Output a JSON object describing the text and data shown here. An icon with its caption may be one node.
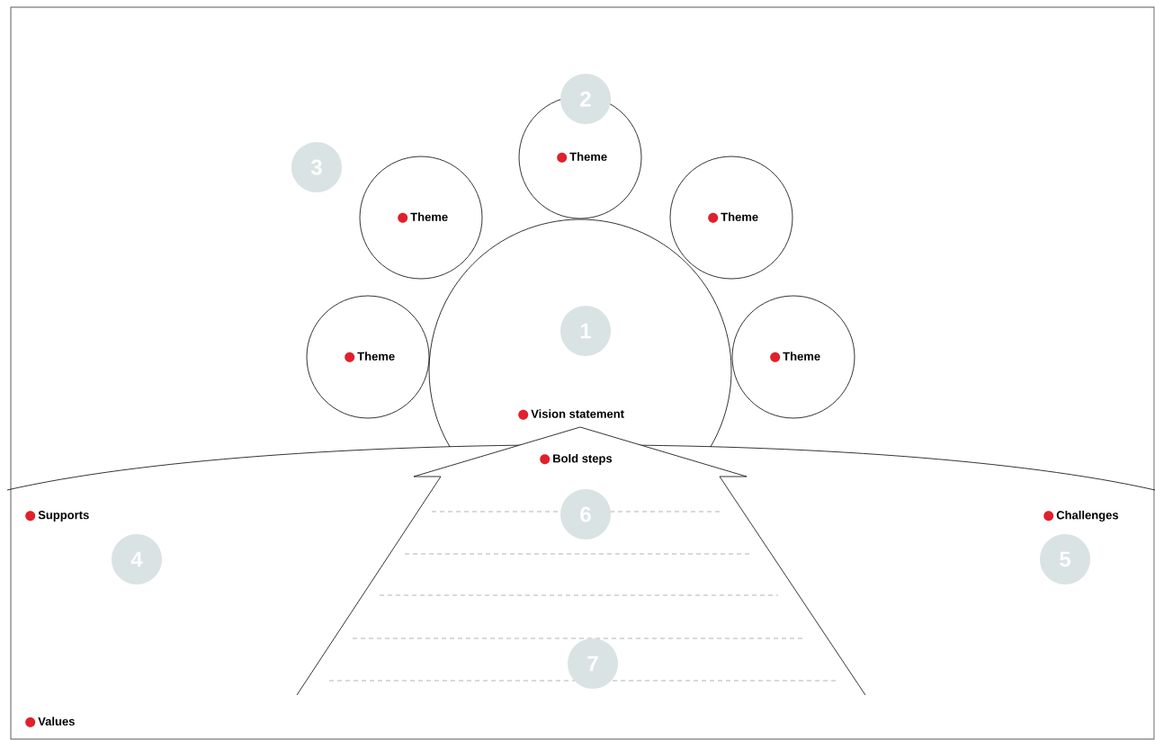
{
  "diagram": {
    "nodes": [
      {
        "text": [
          "Theme"
        ]
      },
      {
        "text": [
          "2"
        ]
      },
      {
        "text": [
          "3"
        ]
      },
      {
        "text": [
          "Theme"
        ]
      },
      {
        "text": [
          "Theme"
        ]
      },
      {
        "text": [
          "Vision statement"
        ]
      },
      {
        "text": [
          "1"
        ],
        "in": 5
      },
      {
        "text": [
          "Theme"
        ]
      },
      {
        "text": [
          "Theme"
        ]
      },
      {
        "text": [
          "Bold steps"
        ]
      },
      {
        "text": [
          "6"
        ],
        "in": 9
      },
      {
        "text": [
          "7"
        ],
        "in": 9
      },
      {
        "text": [
          "4"
        ]
      },
      {
        "text": [
          "5"
        ]
      }
    ],
    "labels": [
      "Supports",
      "Challenges",
      "Values"
    ]
  }
}
